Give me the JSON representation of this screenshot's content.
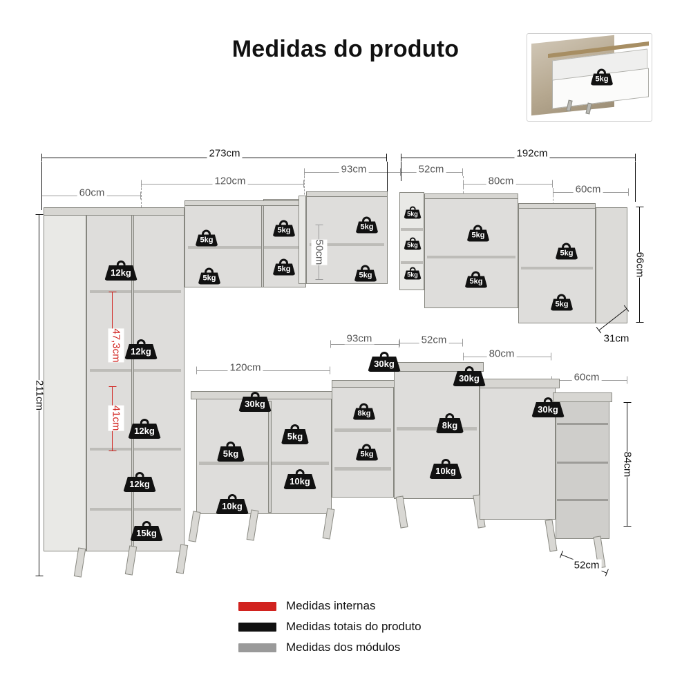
{
  "title": "Medidas do produto",
  "thumbnail": {
    "name": "product-drawer-photo",
    "badge": "5kg"
  },
  "legend": [
    {
      "color": "#d1231f",
      "label": "Medidas internas"
    },
    {
      "color": "#111111",
      "label": "Medidas totais do produto"
    },
    {
      "color": "#9a9a9a",
      "label": "Medidas dos módulos"
    }
  ],
  "dimensions": {
    "total_width_left": "273cm",
    "total_width_right": "192cm",
    "total_height": "211cm",
    "upper_left_modules": [
      "60cm",
      "120cm",
      "93cm"
    ],
    "upper_right_modules": [
      "52cm",
      "80cm",
      "60cm"
    ],
    "upper_cabinet_height": "50cm",
    "right_upper_height": "66cm",
    "right_upper_depth": "31cm",
    "lower_left_modules": [
      "120cm",
      "93cm"
    ],
    "lower_right_modules": [
      "52cm",
      "80cm",
      "60cm"
    ],
    "lower_height": "84cm",
    "lower_depth": "52cm",
    "internal_1": "47,3cm",
    "internal_2": "41cm"
  },
  "weights": {
    "w5": "5kg",
    "w8": "8kg",
    "w10": "10kg",
    "w12": "12kg",
    "w15": "15kg",
    "w30": "30kg"
  }
}
